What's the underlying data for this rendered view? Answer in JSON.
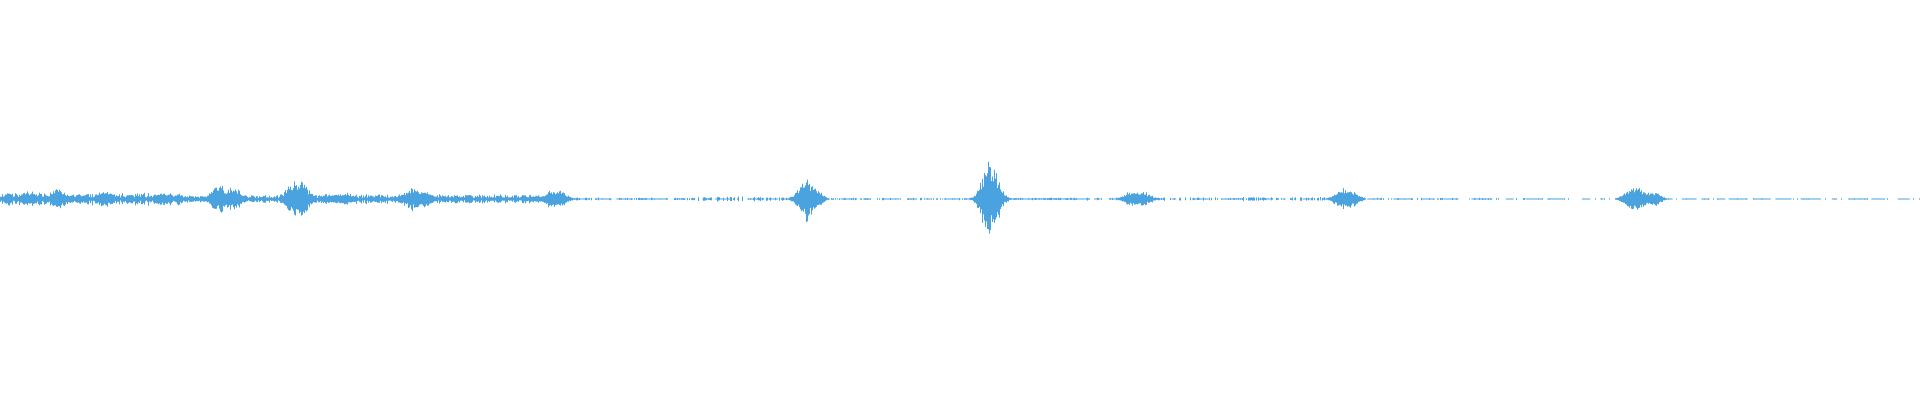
{
  "waveform": {
    "color": "#4aa3df",
    "background": "#ffffff",
    "max_amplitude": 1.0,
    "duration_fraction_shown": 1.0,
    "segments": [
      {
        "start": 0.0,
        "end": 0.095,
        "level": 0.16,
        "type": "dense"
      },
      {
        "start": 0.095,
        "end": 0.145,
        "level": 0.1,
        "type": "dense"
      },
      {
        "start": 0.145,
        "end": 0.29,
        "level": 0.12,
        "type": "dense"
      },
      {
        "start": 0.29,
        "end": 0.36,
        "level": 0.04,
        "type": "sparse"
      },
      {
        "start": 0.36,
        "end": 0.415,
        "level": 0.06,
        "type": "sparse"
      },
      {
        "start": 0.415,
        "end": 0.5,
        "level": 0.03,
        "type": "sparse"
      },
      {
        "start": 0.5,
        "end": 0.56,
        "level": 0.03,
        "type": "dense"
      },
      {
        "start": 0.56,
        "end": 0.64,
        "level": 0.04,
        "type": "sparse"
      },
      {
        "start": 0.64,
        "end": 0.7,
        "level": 0.05,
        "type": "sparse"
      },
      {
        "start": 0.7,
        "end": 0.8,
        "level": 0.03,
        "type": "sparse"
      },
      {
        "start": 0.8,
        "end": 0.87,
        "level": 0.02,
        "type": "sparse"
      },
      {
        "start": 0.87,
        "end": 1.0,
        "level": 0.02,
        "type": "sparse"
      }
    ],
    "peaks": [
      {
        "pos": 0.015,
        "level": 0.2
      },
      {
        "pos": 0.03,
        "level": 0.25
      },
      {
        "pos": 0.055,
        "level": 0.22
      },
      {
        "pos": 0.085,
        "level": 0.18
      },
      {
        "pos": 0.114,
        "level": 0.38
      },
      {
        "pos": 0.121,
        "level": 0.3
      },
      {
        "pos": 0.153,
        "level": 0.42
      },
      {
        "pos": 0.156,
        "level": 0.52
      },
      {
        "pos": 0.18,
        "level": 0.16
      },
      {
        "pos": 0.215,
        "level": 0.32
      },
      {
        "pos": 0.22,
        "level": 0.26
      },
      {
        "pos": 0.288,
        "level": 0.26
      },
      {
        "pos": 0.291,
        "level": 0.22
      },
      {
        "pos": 0.42,
        "level": 0.55
      },
      {
        "pos": 0.422,
        "level": 0.4
      },
      {
        "pos": 0.5155,
        "level": 0.95
      },
      {
        "pos": 0.5165,
        "level": 0.6
      },
      {
        "pos": 0.59,
        "level": 0.22
      },
      {
        "pos": 0.595,
        "level": 0.18
      },
      {
        "pos": 0.7,
        "level": 0.32
      },
      {
        "pos": 0.703,
        "level": 0.24
      },
      {
        "pos": 0.85,
        "level": 0.28
      },
      {
        "pos": 0.853,
        "level": 0.3
      },
      {
        "pos": 0.86,
        "level": 0.2
      }
    ]
  }
}
